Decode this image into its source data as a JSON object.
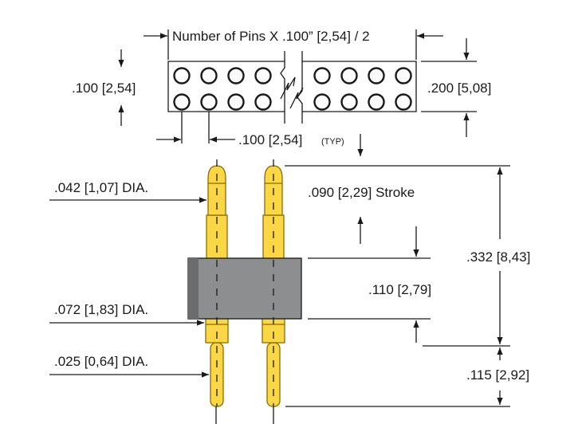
{
  "labels": {
    "pin_count": "Number of Pins X .100” [2,54] / 2",
    "row_pitch": ".100 [2,54]",
    "row_height": ".200 [5,08]",
    "pitch_typ_value": ".100 [2,54]",
    "pitch_typ_suffix": "(TYP)",
    "tip_dia": ".042 [1,07] DIA.",
    "stroke": ".090 [2,29] Stroke",
    "overall_height": ".332 [8,43]",
    "body_height": ".110 [2,79]",
    "body_dia": ".072 [1,83] DIA.",
    "tail_dia": ".025 [0,64] DIA.",
    "tail_length": ".115 [2,92]"
  },
  "colors": {
    "gold": "#fbd645",
    "gold_outline": "#8a6d00",
    "housing": "#8d8e90",
    "ink": "#1a1a1a"
  }
}
